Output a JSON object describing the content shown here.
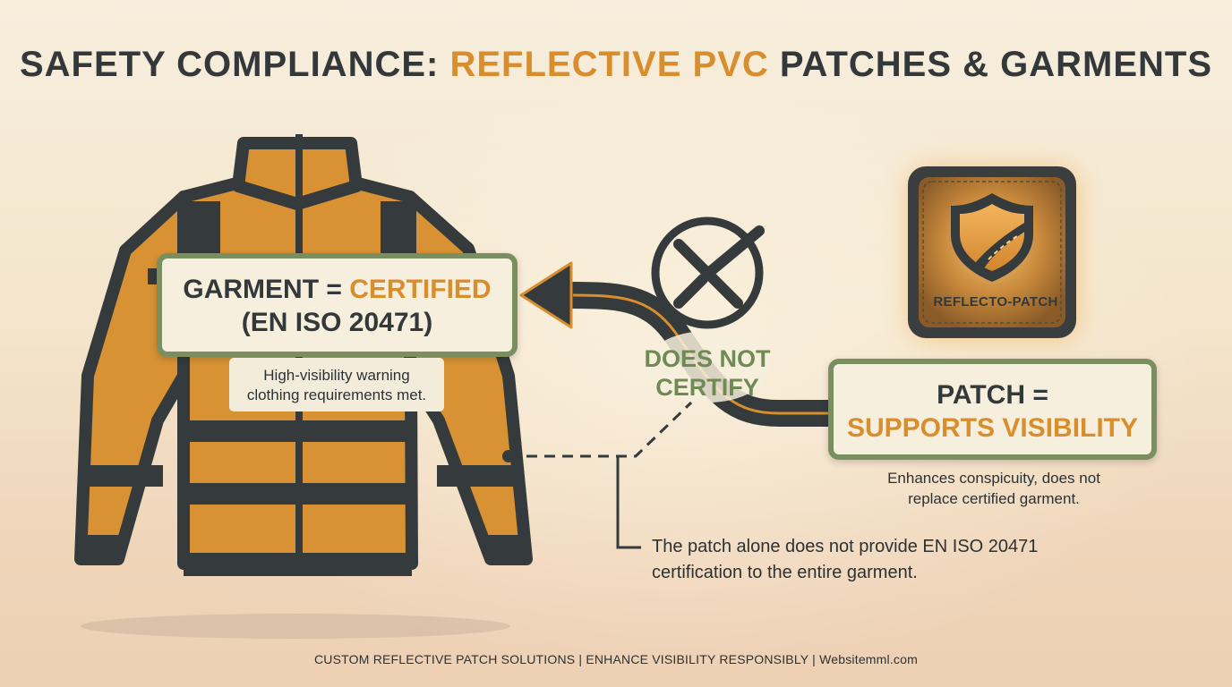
{
  "title": {
    "prefix": "SAFETY COMPLIANCE: ",
    "accent": "REFLECTIVE PVC",
    "suffix": " PATCHES & GARMENTS"
  },
  "garment_box": {
    "line1_prefix": "GARMENT = ",
    "line1_accent": "CERTIFIED",
    "line2": "(EN ISO 20471)",
    "note_line1": "High-visibility warning",
    "note_line2": "clothing requirements met."
  },
  "relation": {
    "label_line1": "DOES NOT",
    "label_line2": "CERTIFY"
  },
  "patch_badge": {
    "label": "REFLECTO-PATCH"
  },
  "patch_box": {
    "line1": "PATCH =",
    "line2": "SUPPORTS VISIBILITY",
    "note_line1": "Enhances conspicuity, does not",
    "note_line2": "replace certified garment."
  },
  "callout": {
    "line1": "The patch alone does not provide EN ISO 20471",
    "line2": "certification to the entire garment."
  },
  "footer": "CUSTOM REFLECTIVE PATCH SOLUTIONS | ENHANCE VISIBILITY RESPONSIBLY | Websitemml.com",
  "icons": [
    "hi-vis-jacket-icon",
    "cross-check-icon",
    "curved-arrow-icon",
    "shield-road-icon"
  ],
  "colors": {
    "orange": "#d98e2e",
    "dark": "#33393a",
    "green": "#7a8f5f",
    "cream": "#f6efdd"
  }
}
